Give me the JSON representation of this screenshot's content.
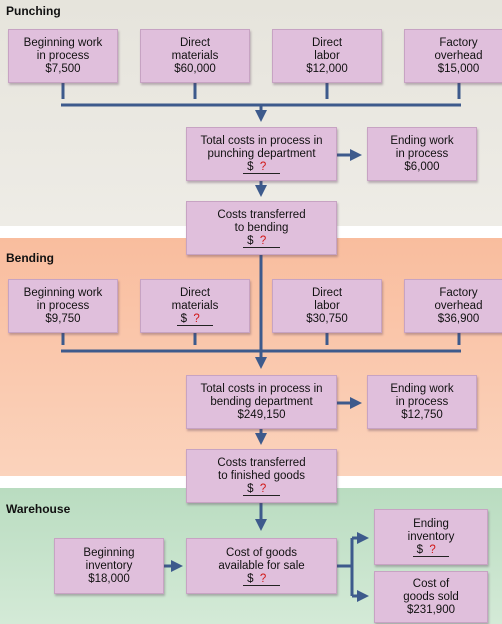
{
  "sections": {
    "punching": "Punching",
    "bending": "Bending",
    "warehouse": "Warehouse"
  },
  "punching": {
    "beginning_wip": [
      "Beginning work",
      "in process",
      "$7,500"
    ],
    "direct_materials": [
      "Direct",
      "materials",
      "$60,000"
    ],
    "direct_labor": [
      "Direct",
      "labor",
      "$12,000"
    ],
    "factory_overhead": [
      "Factory",
      "overhead",
      "$15,000"
    ],
    "total_costs": [
      "Total costs in process in",
      "punching department"
    ],
    "total_costs_blank": {
      "prefix": "$",
      "value": "?"
    },
    "ending_wip": [
      "Ending work",
      "in process",
      "$6,000"
    ],
    "transferred": [
      "Costs transferred",
      "to bending"
    ],
    "transferred_blank": {
      "prefix": "$",
      "value": "?"
    }
  },
  "bending": {
    "beginning_wip": [
      "Beginning work",
      "in process",
      "$9,750"
    ],
    "direct_materials": [
      "Direct",
      "materials"
    ],
    "direct_materials_blank": {
      "prefix": "$",
      "value": "?"
    },
    "direct_labor": [
      "Direct",
      "labor",
      "$30,750"
    ],
    "factory_overhead": [
      "Factory",
      "overhead",
      "$36,900"
    ],
    "total_costs": [
      "Total costs in process in",
      "bending department",
      "$249,150"
    ],
    "ending_wip": [
      "Ending work",
      "in process",
      "$12,750"
    ],
    "transferred": [
      "Costs transferred",
      "to finished goods"
    ],
    "transferred_blank": {
      "prefix": "$",
      "value": "?"
    }
  },
  "warehouse": {
    "beginning_inventory": [
      "Beginning",
      "inventory",
      "$18,000"
    ],
    "cogas": [
      "Cost of goods",
      "available for sale"
    ],
    "cogas_blank": {
      "prefix": "$",
      "value": "?"
    },
    "ending_inventory": [
      "Ending",
      "inventory"
    ],
    "ending_inventory_blank": {
      "prefix": "$",
      "value": "?"
    },
    "cogs": [
      "Cost of",
      "goods sold",
      "$231,900"
    ]
  },
  "colors": {
    "box_fill": "#e0bfdc",
    "arrow": "#3d5a8c",
    "question_mark": "#d01818",
    "punching_band": "#e6e4dc",
    "bending_band": "#f9bd9e",
    "warehouse_band": "#b9dcc0"
  }
}
